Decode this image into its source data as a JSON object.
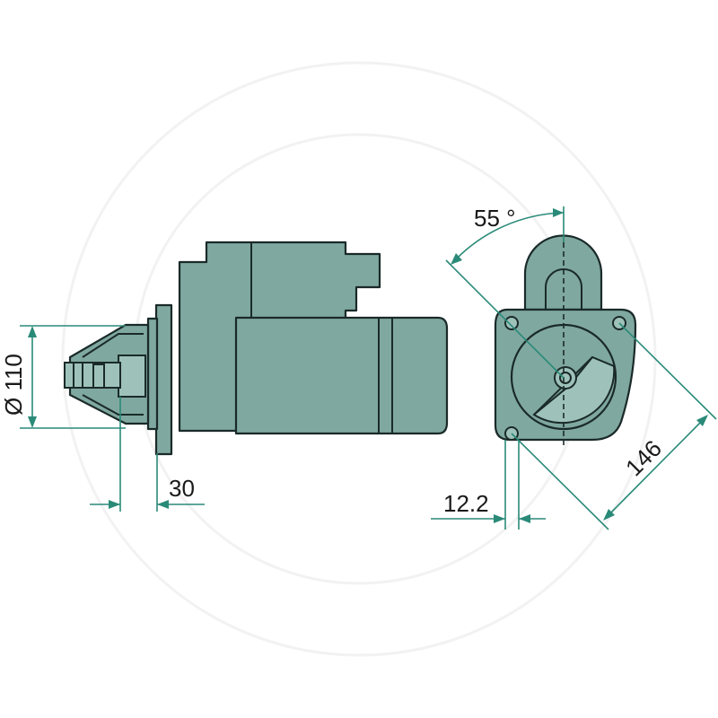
{
  "dimensions": {
    "diameter": "Ø 110",
    "flange_offset": "30",
    "hole_offset": "12.2",
    "hole_spacing": "146",
    "angle": "55 °"
  },
  "colors": {
    "part_fill": "#7fa8a0",
    "dimension_line": "#2a8a78",
    "outline": "#1a2a28"
  }
}
